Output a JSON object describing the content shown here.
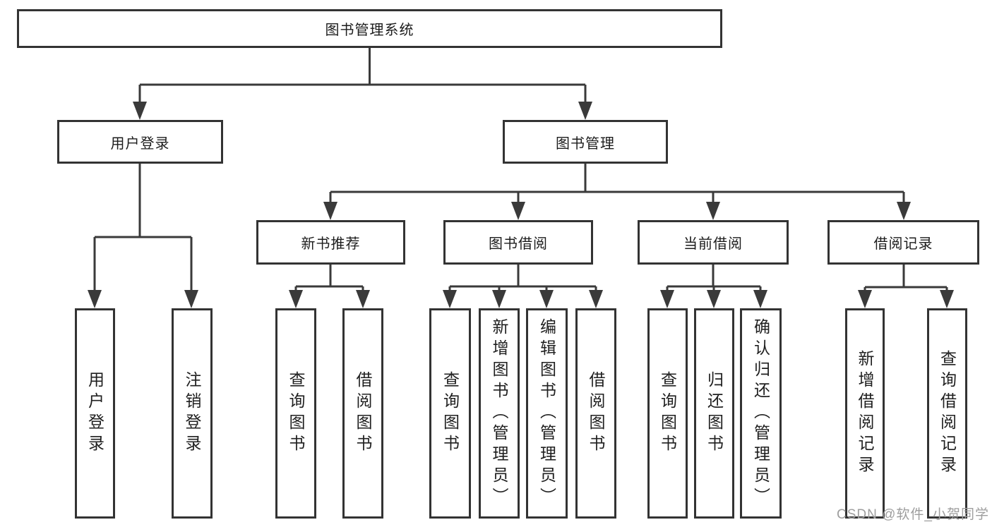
{
  "diagram": {
    "root": {
      "label": "图书管理系统"
    },
    "level2": [
      {
        "label": "用户登录"
      },
      {
        "label": "图书管理"
      }
    ],
    "level3": [
      {
        "label": "新书推荐"
      },
      {
        "label": "图书借阅"
      },
      {
        "label": "当前借阅"
      },
      {
        "label": "借阅记录"
      }
    ],
    "leaves": {
      "user_login": [
        "用户登录",
        "注销登录"
      ],
      "new_book_recommend": [
        "查询图书",
        "借阅图书"
      ],
      "book_borrow": [
        "查询图书",
        "新增图书（管理员）",
        "编辑图书（管理员）",
        "借阅图书"
      ],
      "current_borrow": [
        "查询图书",
        "归还图书",
        "确认归还（管理员）"
      ],
      "borrow_records": [
        "新增借阅记录",
        "查询借阅记录"
      ]
    },
    "watermark": "CSDN @软件_小贺同学",
    "colors": {
      "line": "#3a3a3a",
      "box_border": "#333333",
      "text": "#1f1f1f",
      "watermark": "#9e9e9e",
      "background": "#ffffff"
    }
  }
}
